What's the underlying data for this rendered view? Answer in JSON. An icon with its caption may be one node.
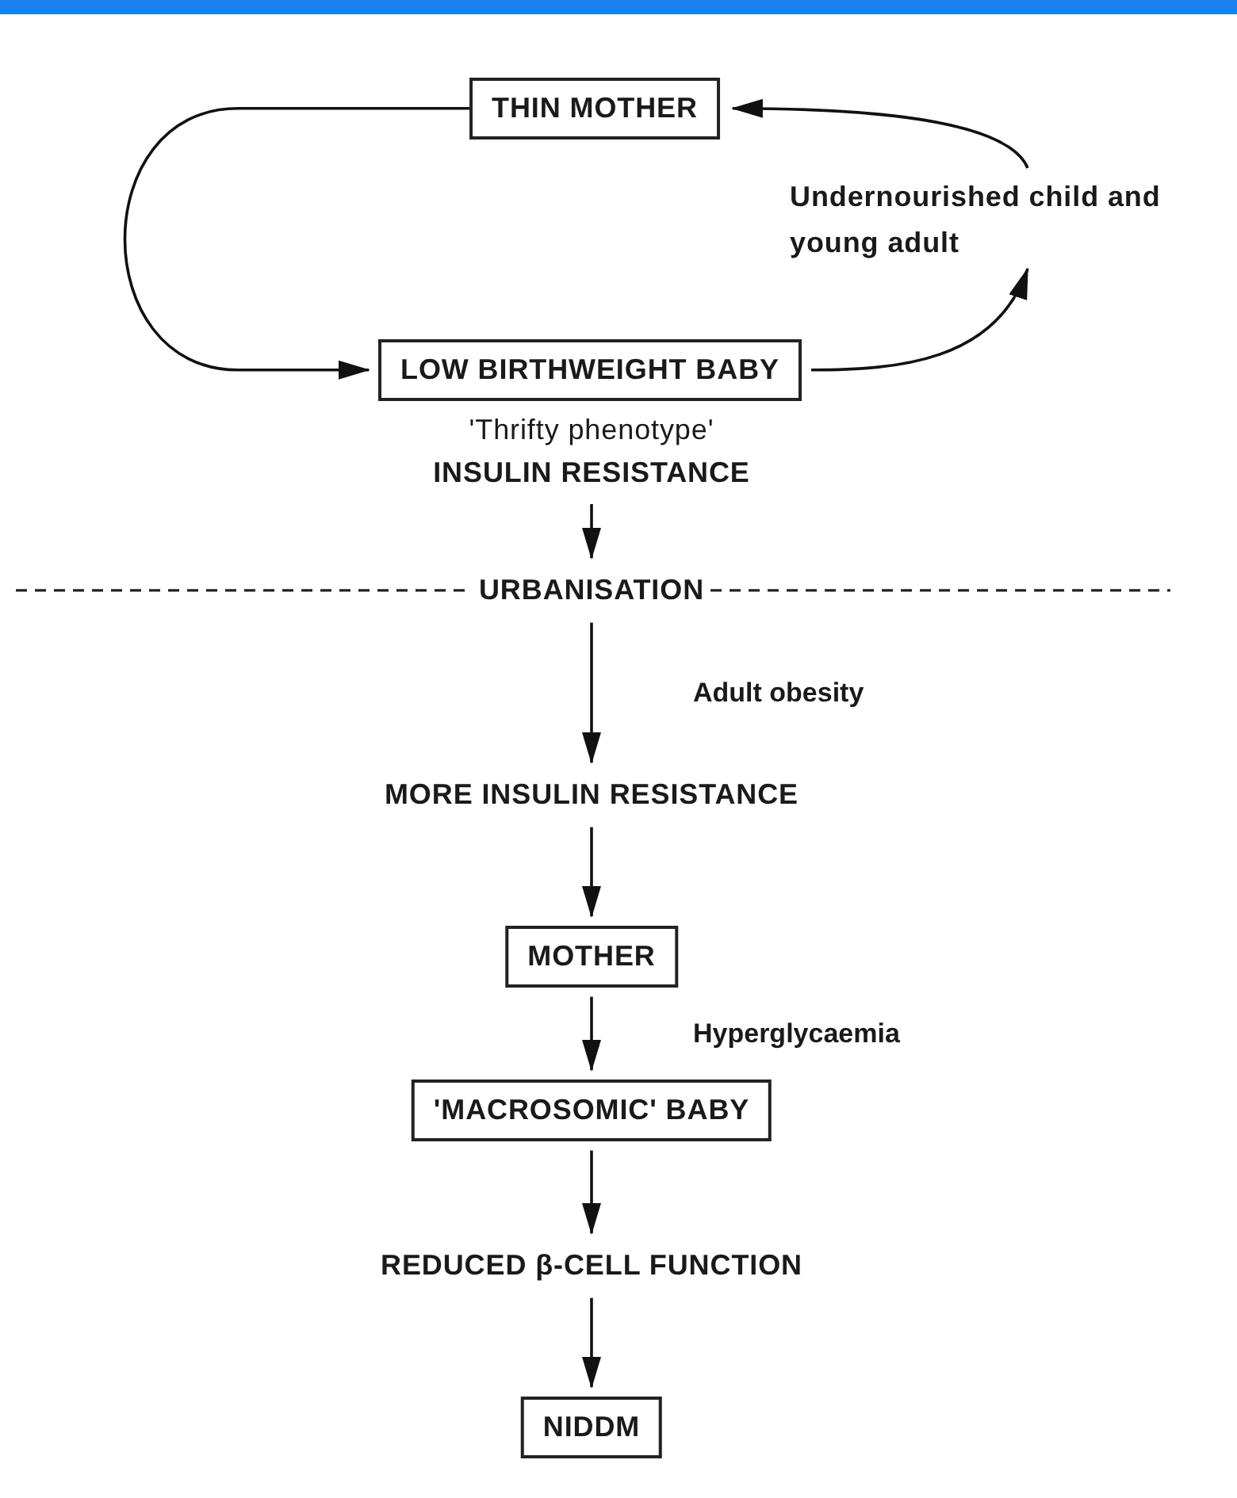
{
  "diagram": {
    "nodes": [
      {
        "text": [
          "THIN MOTHER"
        ]
      },
      {
        "text": [
          "LOW BIRTHWEIGHT BABY"
        ]
      },
      {
        "text": [
          "Undernourished child and young adult"
        ]
      },
      {
        "text": [
          "'Thrifty phenotype'",
          "INSULIN RESISTANCE"
        ]
      },
      {
        "text": [
          "URBANISATION"
        ]
      },
      {
        "text": [
          "MORE INSULIN RESISTANCE"
        ]
      },
      {
        "text": [
          "MOTHER"
        ]
      },
      {
        "text": [
          "'MACROSOMIC' BABY"
        ]
      },
      {
        "text": [
          "REDUCED β-CELL FUNCTION"
        ]
      },
      {
        "text": [
          "NIDDM"
        ]
      }
    ],
    "edges": [
      {
        "from": 0,
        "to": 1,
        "arrow": "to"
      },
      {
        "from": 1,
        "to": 2,
        "arrow": "to"
      },
      {
        "from": 2,
        "to": 0,
        "arrow": "to"
      },
      {
        "from": 3,
        "to": 4,
        "arrow": "to"
      },
      {
        "from": 4,
        "to": 5,
        "arrow": "to",
        "label": "Adult obesity"
      },
      {
        "from": 5,
        "to": 6,
        "arrow": "to"
      },
      {
        "from": 6,
        "to": 7,
        "arrow": "to",
        "label": "Hyperglycaemia"
      },
      {
        "from": 7,
        "to": 8,
        "arrow": "to"
      },
      {
        "from": 8,
        "to": 9,
        "arrow": "to"
      }
    ]
  }
}
